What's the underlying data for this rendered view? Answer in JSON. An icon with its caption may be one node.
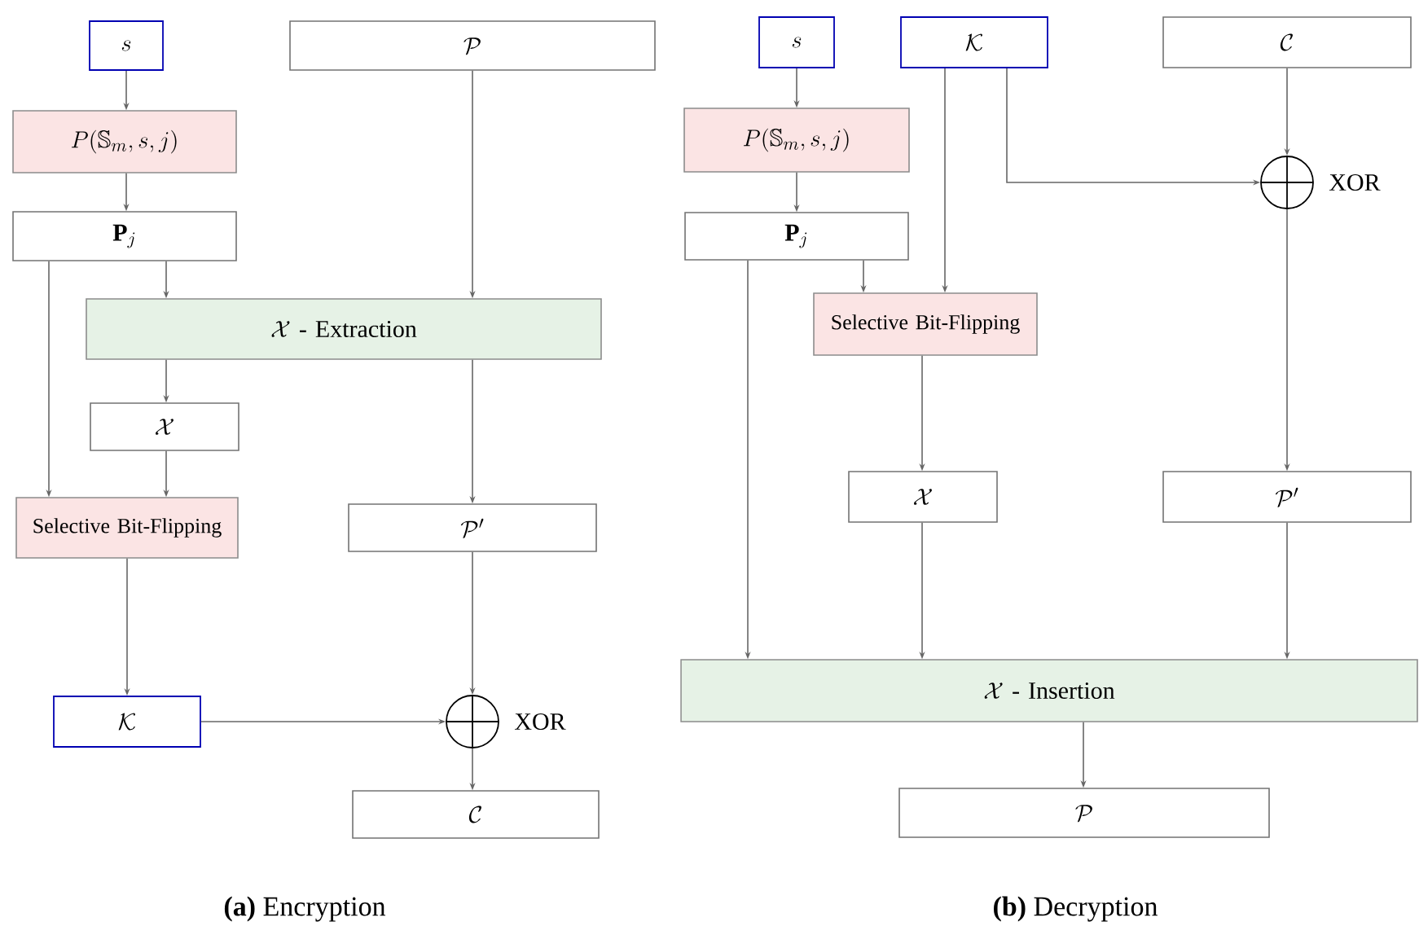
{
  "diagram": {
    "nodes": [
      {
        "text": [
          "s"
        ]
      },
      {
        "text": [
          "\\mathcal{P}"
        ]
      },
      {
        "text": [
          "P(\\mathbb{S}_m, s, j)"
        ]
      },
      {
        "text": [
          "\\mathbf{P}_j"
        ]
      },
      {
        "text": [
          "\\mathcal{X}\\text{ - Extraction}"
        ]
      },
      {
        "text": [
          "\\mathcal{X}"
        ]
      },
      {
        "text": [
          "Selective Bit-Flipping"
        ]
      },
      {
        "text": [
          "\\mathcal{P}'"
        ]
      },
      {
        "text": [
          "\\mathcal{K}"
        ]
      },
      {
        "text": [],
        "shape": "circle",
        "beside": [
          "XOR"
        ]
      },
      {
        "text": [
          "\\mathcal{C}"
        ]
      },
      {
        "text": [
          "s"
        ]
      },
      {
        "text": [
          "\\mathcal{K}"
        ]
      },
      {
        "text": [
          "\\mathcal{C}"
        ]
      },
      {
        "text": [
          "P(\\mathbb{S}_m, s, j)"
        ]
      },
      {
        "text": [
          "\\mathbf{P}_j"
        ]
      },
      {
        "text": [],
        "shape": "circle",
        "beside": [
          "XOR"
        ]
      },
      {
        "text": [
          "Selective Bit-Flipping"
        ]
      },
      {
        "text": [
          "\\mathcal{X}"
        ]
      },
      {
        "text": [
          "\\mathcal{P}'"
        ]
      },
      {
        "text": [
          "\\mathcal{X}\\text{ - Insertion}"
        ]
      },
      {
        "text": [
          "\\mathcal{P}"
        ]
      }
    ],
    "edges": [
      {
        "from": 0,
        "to": 2,
        "arrow": "to"
      },
      {
        "from": 2,
        "to": 3,
        "arrow": "to"
      },
      {
        "from": 3,
        "to": 4,
        "arrow": "to"
      },
      {
        "from": 1,
        "to": 4,
        "arrow": "to"
      },
      {
        "from": 4,
        "to": 5,
        "arrow": "to"
      },
      {
        "from": 3,
        "to": 6,
        "arrow": "to"
      },
      {
        "from": 5,
        "to": 6,
        "arrow": "to"
      },
      {
        "from": 4,
        "to": 7,
        "arrow": "to"
      },
      {
        "from": 6,
        "to": 8,
        "arrow": "to"
      },
      {
        "from": 7,
        "to": 9,
        "arrow": "to"
      },
      {
        "from": 8,
        "to": 9,
        "arrow": "to"
      },
      {
        "from": 9,
        "to": 10,
        "arrow": "to"
      },
      {
        "from": 11,
        "to": 14,
        "arrow": "to"
      },
      {
        "from": 14,
        "to": 15,
        "arrow": "to"
      },
      {
        "from": 15,
        "to": 17,
        "arrow": "to"
      },
      {
        "from": 12,
        "to": 17,
        "arrow": "to"
      },
      {
        "from": 12,
        "to": 16,
        "arrow": "to"
      },
      {
        "from": 13,
        "to": 16,
        "arrow": "to"
      },
      {
        "from": 16,
        "to": 19,
        "arrow": "to"
      },
      {
        "from": 17,
        "to": 18,
        "arrow": "to"
      },
      {
        "from": 15,
        "to": 20,
        "arrow": "to"
      },
      {
        "from": 18,
        "to": 20,
        "arrow": "to"
      },
      {
        "from": 19,
        "to": 20,
        "arrow": "to"
      },
      {
        "from": 20,
        "to": 21,
        "arrow": "to"
      }
    ],
    "labels": [
      "**(a)** Encryption",
      "**(b)** Decryption"
    ]
  }
}
